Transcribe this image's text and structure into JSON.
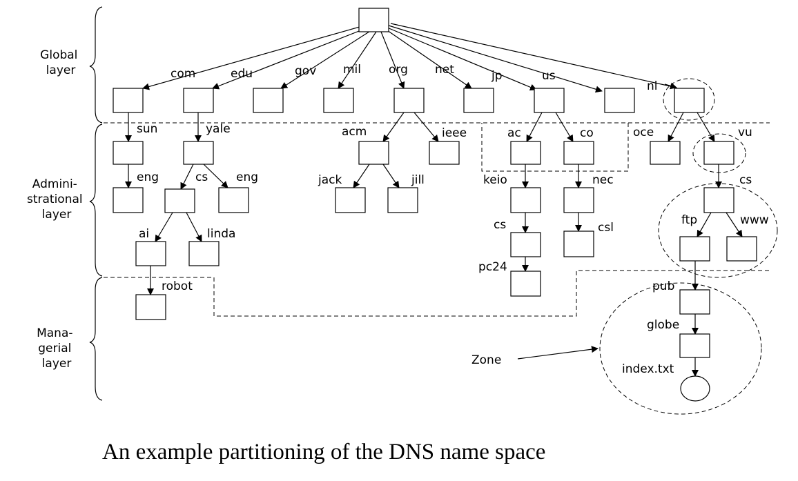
{
  "layers": [
    {
      "id": "global",
      "lines": [
        "Global",
        "layer"
      ]
    },
    {
      "id": "admin",
      "lines": [
        "Admini-",
        "strational",
        "layer"
      ]
    },
    {
      "id": "managerial",
      "lines": [
        "Mana-",
        "gerial",
        "layer"
      ]
    }
  ],
  "caption": "An example partitioning of the DNS name space",
  "zone_label": "Zone",
  "edge_labels": {
    "com": "com",
    "edu": "edu",
    "gov": "gov",
    "mil": "mil",
    "org": "org",
    "net": "net",
    "jp": "jp",
    "us": "us",
    "nl": "nl",
    "sun": "sun",
    "yale": "yale",
    "acm": "acm",
    "ieee": "ieee",
    "ac": "ac",
    "co": "co",
    "oce": "oce",
    "vu": "vu",
    "sun_eng": "eng",
    "yale_cs": "cs",
    "yale_eng": "eng",
    "jack": "jack",
    "jill": "jill",
    "keio": "keio",
    "nec": "nec",
    "vu_cs": "cs",
    "ai": "ai",
    "linda": "linda",
    "keio_cs": "cs",
    "csl": "csl",
    "ftp": "ftp",
    "www": "www",
    "robot": "robot",
    "pc24": "pc24",
    "pub": "pub",
    "globe": "globe",
    "index": "index.txt"
  }
}
